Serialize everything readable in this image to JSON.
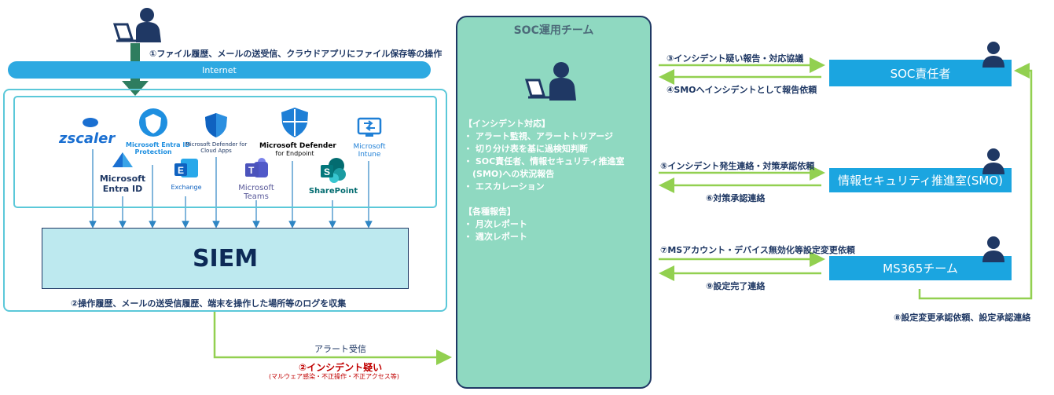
{
  "top_label": "①ファイル履歴、メールの送受信、クラウドアプリにファイル保存等の操作",
  "internet_label": "Internet",
  "logos": {
    "zscaler": "zscaler",
    "entra_id_1": "Microsoft",
    "entra_id_2": "Entra ID",
    "entra_protection_1": "Microsoft Entra ID",
    "entra_protection_2": "Protection",
    "defender_cloud_1": "Microsoft Defender for",
    "defender_cloud_2": "Cloud Apps",
    "exchange": "Exchange",
    "teams_1": "Microsoft",
    "teams_2": "Teams",
    "defender_endpoint_1": "Microsoft Defender",
    "defender_endpoint_2": "for Endpoint",
    "sharepoint": "SharePoint",
    "intune_1": "Microsoft",
    "intune_2": "Intune"
  },
  "siem_label": "SIEM",
  "log_label": "②操作履歴、メールの送受信履歴、端末を操作した場所等のログを収集",
  "alert_label": "アラート受信",
  "incident_label": "②インシデント疑い",
  "incident_sub": "(マルウェア感染・不正操作・不正アクセス等)",
  "soc_team": {
    "title": "SOC運用チーム",
    "lines": [
      "【インシデント対応】",
      "・ アラート監視、アラートトリアージ",
      "・ 切り分け表を基に過検知判断",
      "・ SOC責任者、情報セキュリティ推進室",
      "　(SMO)への状況報告",
      "・ エスカレーション",
      "",
      "【各種報告】",
      "・ 月次レポート",
      "・ 週次レポート"
    ]
  },
  "roles": {
    "soc_manager": "SOC責任者",
    "smo": "情報セキュリティ推進室(SMO)",
    "ms365": "MS365チーム"
  },
  "flows": {
    "f3": "③インシデント疑い報告・対応協議",
    "f4": "④SMOへインシデントとして報告依頼",
    "f5": "⑤インシデント発生連絡・対策承認依頼",
    "f6": "⑥対策承認連絡",
    "f7": "⑦MSアカウント・デバイス無効化等設定変更依頼",
    "f9": "⑨設定完了連絡",
    "f8": "⑧設定変更承認依頼、設定承認連絡"
  },
  "colors": {
    "navy": "#1f3864",
    "accent_blue": "#1ba5e0",
    "green_line": "#92d050",
    "teal_border": "#5bc8d9",
    "soc_fill": "#8fd9c1",
    "siem_fill": "#bde9ef",
    "red": "#c00000"
  }
}
